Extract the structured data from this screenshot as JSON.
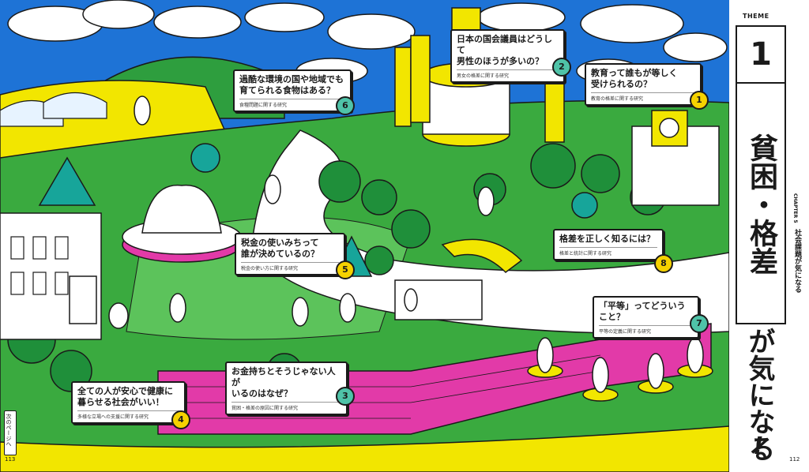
{
  "theme": {
    "label": "THEME",
    "number": "1",
    "title": "貧困・格差",
    "subtitle": "が気になる",
    "exclaim": "!"
  },
  "chapter": {
    "label": "CHAPTER 5",
    "text": "社会課題が気になる"
  },
  "page_numbers": {
    "left": "113",
    "right": "112"
  },
  "next_tab": "次のページへ",
  "callouts": [
    {
      "num": "1",
      "question": "教育って誰もが等しく\n受けられるの？",
      "sub": "教育の格差に関する研究",
      "color": "#f5d200"
    },
    {
      "num": "2",
      "question": "日本の国会議員はどうして\n男性のほうが多いの？",
      "sub": "男女の格差に関する研究",
      "color": "#4fc3a8"
    },
    {
      "num": "3",
      "question": "お金持ちとそうじゃない人が\nいるのはなぜ？",
      "sub": "貧困・格差の原因に関する研究",
      "color": "#4fc3a8"
    },
    {
      "num": "4",
      "question": "全ての人が安心で健康に\n暮らせる社会がいい！",
      "sub": "多様な立場への支援に関する研究",
      "color": "#f5d200"
    },
    {
      "num": "5",
      "question": "税金の使いみちって\n誰が決めているの？",
      "sub": "税金の使い方に関する研究",
      "color": "#f5d200"
    },
    {
      "num": "6",
      "question": "過酷な環境の国や地域でも\n育てられる食物はある？",
      "sub": "食糧問題に関する研究",
      "color": "#4fc3a8"
    },
    {
      "num": "7",
      "question": "「平等」ってどういうこと？",
      "sub": "平等の定義に関する研究",
      "color": "#4fc3a8"
    },
    {
      "num": "8",
      "question": "格差を正しく知るには？",
      "sub": "格差と統計に関する研究",
      "color": "#f5d200"
    }
  ]
}
